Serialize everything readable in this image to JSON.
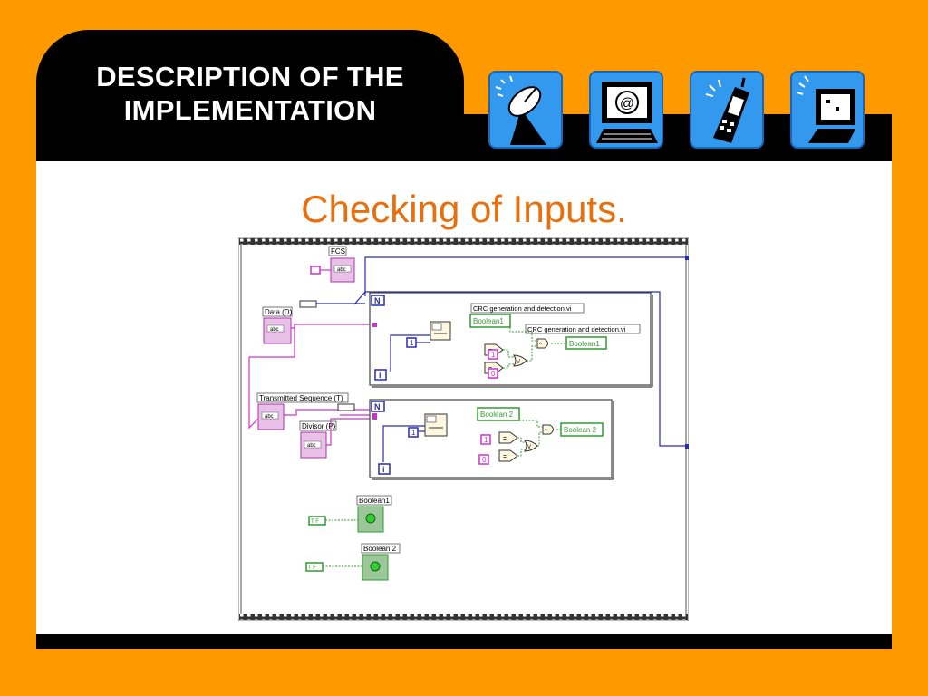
{
  "header": {
    "title_line1": "DESCRIPTION OF THE",
    "title_line2": "IMPLEMENTATION"
  },
  "toolbar_icons": [
    "satellite-dish-icon",
    "computer-email-icon",
    "mobile-phone-icon",
    "computer-terminal-icon"
  ],
  "slide": {
    "heading": "Checking of Inputs."
  },
  "diagram": {
    "fcs_label": "FCS",
    "data_label": "Data (D)",
    "transmitted_label": "Transmitted Sequence (T)",
    "divisor_label": "Divisor (P)",
    "subvi_label_1": "CRC generation and detection.vi",
    "subvi_label_2": "CRC generation and detection.vi",
    "boolean1_label": "Boolean1",
    "boolean2_label": "Boolean 2",
    "loop_n": "N",
    "loop_i": "i",
    "abc": "abc",
    "const_one": "1",
    "const_zero": "0",
    "true_const": "T F"
  },
  "colors": {
    "background": "#ff9900",
    "band": "#000000",
    "heading": "#e86f0d",
    "icon_blue": "#3399ee",
    "string_wire": "#cc33cc",
    "bool_wire": "#339933",
    "numeric_wire": "#2a2ab0"
  }
}
